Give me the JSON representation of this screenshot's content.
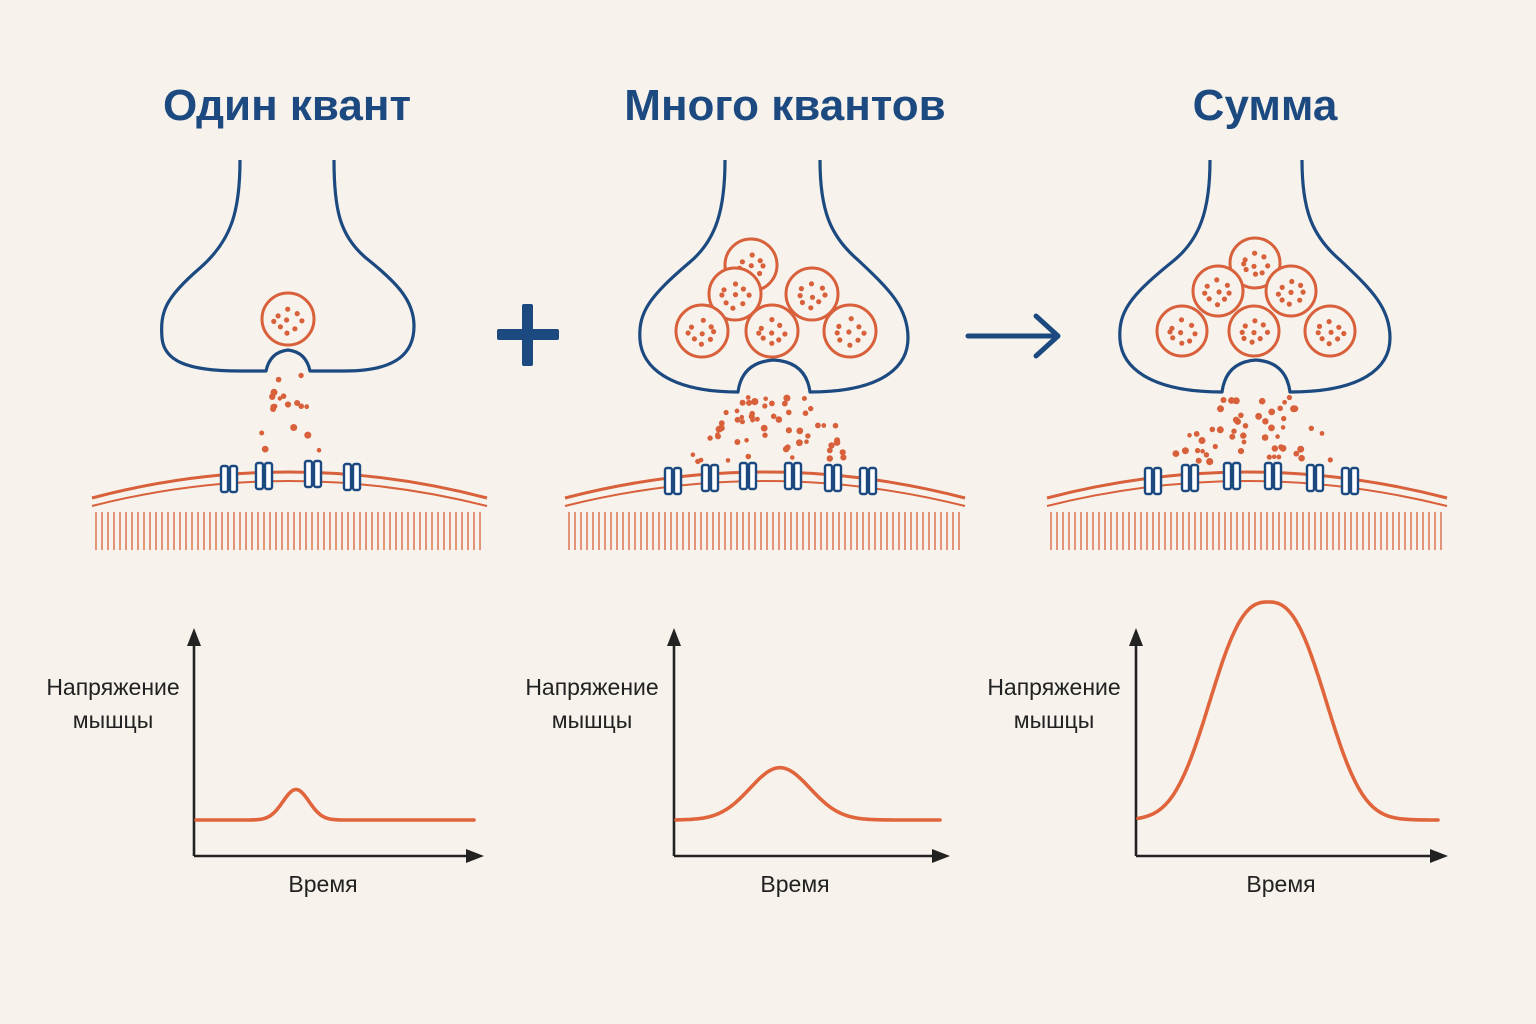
{
  "panels": [
    {
      "id": "single",
      "title": "Один квант",
      "y_label_line1": "Напряжение",
      "y_label_line2": "мышцы",
      "x_label": "Время",
      "vesicle_count": 1,
      "receptor_count": 4,
      "response_relative_amplitude": 0.14
    },
    {
      "id": "many",
      "title": "Много квантов",
      "y_label_line1": "Напряжение",
      "y_label_line2": "мышцы",
      "x_label": "Время",
      "vesicle_count": 6,
      "receptor_count": 6,
      "response_relative_amplitude": 0.24
    },
    {
      "id": "sum",
      "title": "Сумма",
      "y_label_line1": "Напряжение",
      "y_label_line2": "мышцы",
      "x_label": "Время",
      "vesicle_count": 6,
      "receptor_count": 6,
      "response_relative_amplitude": 1.0
    }
  ],
  "operators": [
    {
      "id": "plus",
      "symbol": "plus-sign"
    },
    {
      "id": "arrow",
      "symbol": "right-arrow"
    }
  ],
  "colors": {
    "background": "#f7f3ec",
    "terminal": "#1c4a80",
    "membrane": "#d8603b",
    "curve": "#e0653c",
    "axis": "#222222"
  }
}
